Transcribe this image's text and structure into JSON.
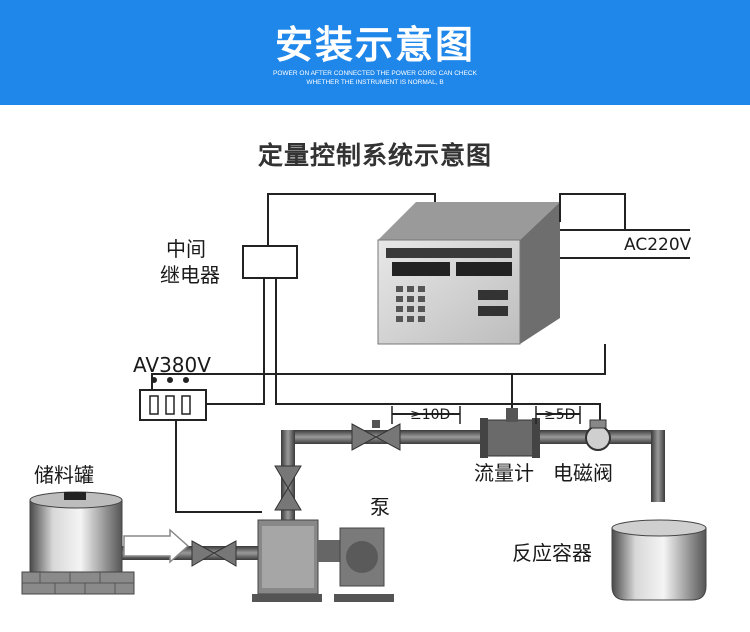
{
  "banner": {
    "title": "安装示意图",
    "subtitle_line1": "POWER ON AFTER CONNECTED THE POWER CORD CAN CHECK",
    "subtitle_line2": "WHETHER THE INSTRUMENT IS NORMAL, B"
  },
  "diagram": {
    "title": "定量控制系统示意图",
    "labels": {
      "relay_line1": "中间",
      "relay_line2": "继电器",
      "power_380": "AV380V",
      "power_220": "AC220V",
      "distance_10d": "≥10D",
      "distance_5d": "≥5D",
      "flowmeter": "流量计",
      "solenoid_valve": "电磁阀",
      "pump": "泵",
      "storage_tank": "储料罐",
      "reaction_vessel": "反应容器"
    }
  },
  "colors": {
    "banner": "#1f86ea",
    "pipe": "#555555",
    "wire": "#222222"
  }
}
